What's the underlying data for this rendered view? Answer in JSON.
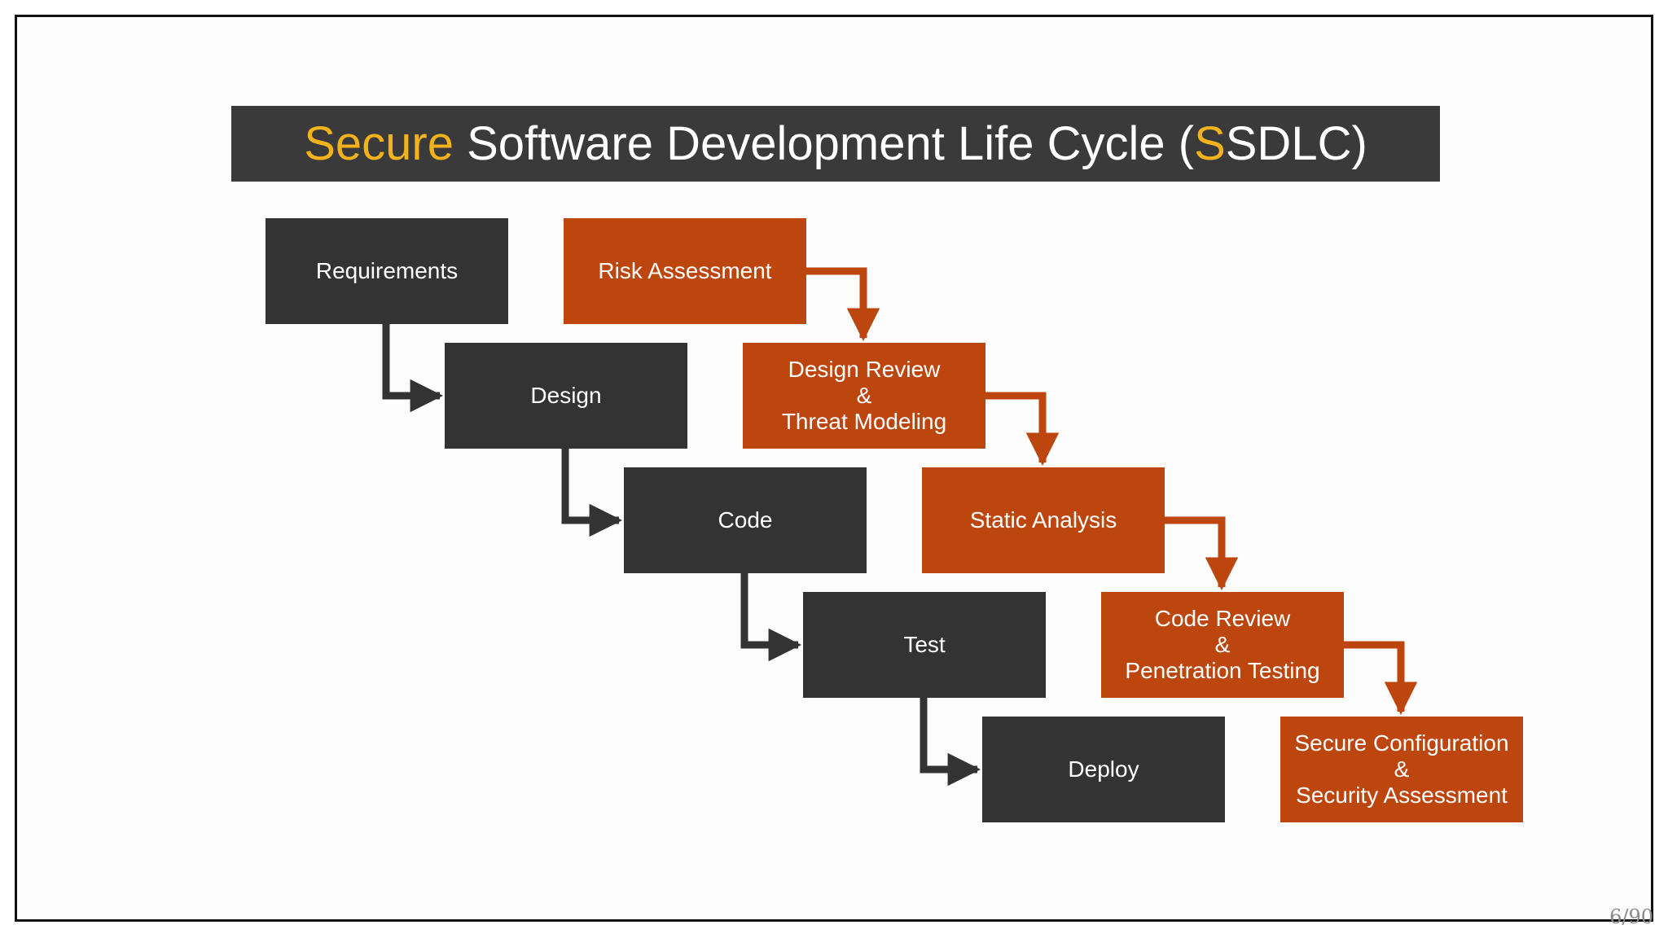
{
  "title": {
    "part1_accent": "Secure",
    "part2": " Software Development Life Cycle (",
    "part3_accent": "S",
    "part4": "SDLC)"
  },
  "phases": [
    {
      "label": "Requirements"
    },
    {
      "label": "Design"
    },
    {
      "label": "Code"
    },
    {
      "label": "Test"
    },
    {
      "label": "Deploy"
    }
  ],
  "security_activities": [
    {
      "lines": [
        "Risk Assessment"
      ]
    },
    {
      "lines": [
        "Design Review",
        "&",
        "Threat Modeling"
      ]
    },
    {
      "lines": [
        "Static Analysis"
      ]
    },
    {
      "lines": [
        "Code Review",
        "&",
        "Penetration Testing"
      ]
    },
    {
      "lines": [
        "Secure Configuration",
        "&",
        "Security Assessment"
      ]
    }
  ],
  "page_number": "6/90",
  "colors": {
    "title_bar": "#3a3a3a",
    "accent": "#f2b21c",
    "phase_box": "#333333",
    "security_box": "#bd460e",
    "phase_arrow": "#333333",
    "security_arrow": "#bd460e"
  }
}
